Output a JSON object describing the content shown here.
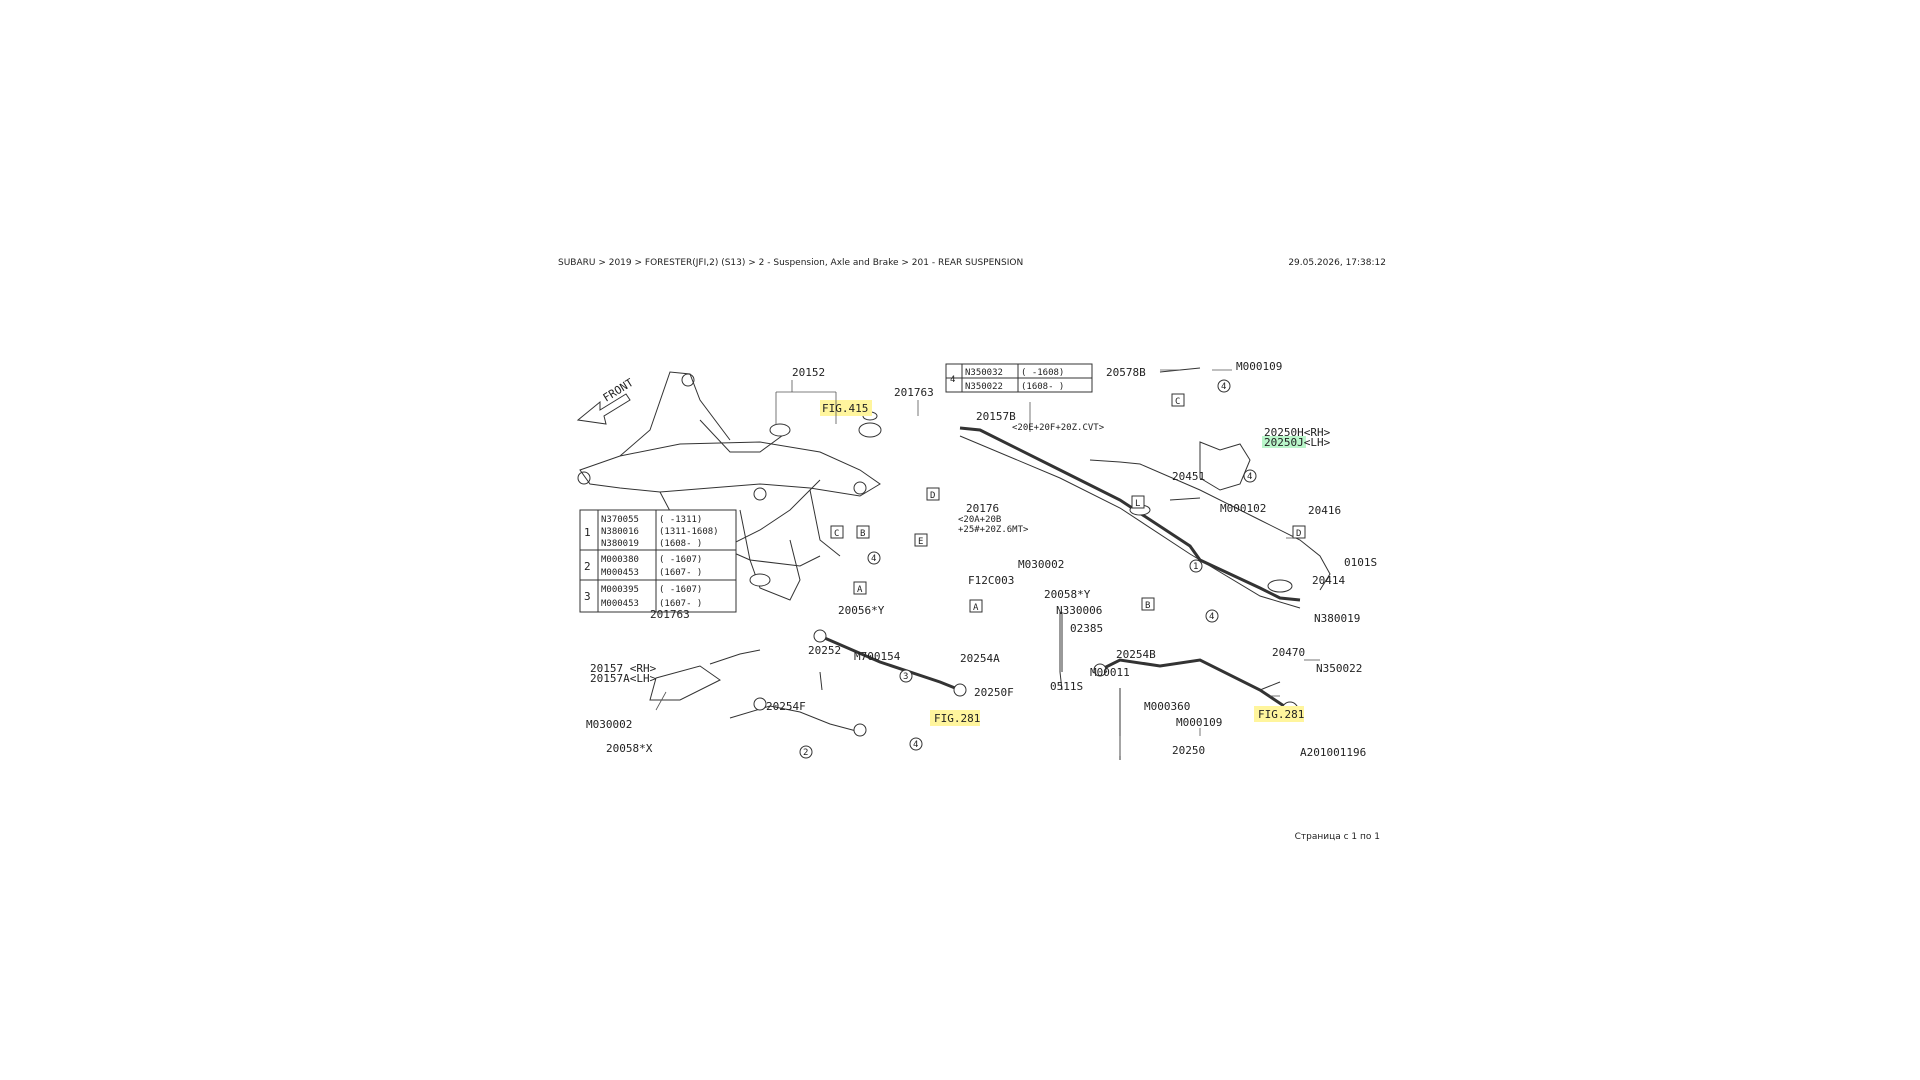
{
  "header": {
    "breadcrumb": "SUBARU > 2019 > FORESTER(JFI,2) (S13) > 2 - Suspension, Axle and Brake > 201 - REAR SUSPENSION",
    "timestamp": "29.05.2026, 17:38:12"
  },
  "footer": {
    "page_info": "Страница с 1 по 1"
  },
  "diagram": {
    "front": "FRONT",
    "drawing_id": "A201001196",
    "callouts": {
      "p20152": "20152",
      "fig415": "FIG.415",
      "p201763a": "201763",
      "p201763b": "201763",
      "p20157b": "20157B",
      "p20157b_note": "<20E+20F+20Z.CVT>",
      "p20176": "20176",
      "p20176_n1": "<20A+20B",
      "p20176_n2": "+25#+20Z.6MT>",
      "m030002a": "M030002",
      "f12c003": "F12C003",
      "p20058y": "20058*Y",
      "n330006": "N330006",
      "p20056y": "20056*Y",
      "p02385": "02385",
      "m700154": "M700154",
      "p20254a": "20254A",
      "p20250f": "20250F",
      "p20252": "20252",
      "p20254f": "20254F",
      "fig281a": "FIG.281",
      "p0511s": "0511S",
      "m00011": "M00011",
      "p20254b": "20254B",
      "m000360": "M000360",
      "m000109b": "M000109",
      "p20250": "20250",
      "fig281b": "FIG.281",
      "n350022": "N350022",
      "p20470": "20470",
      "n380019b": "N380019",
      "p20414": "20414",
      "p0101s": "0101S",
      "p20416": "20416",
      "m000102": "M000102",
      "p20451": "20451",
      "p20250h": "20250H<RH>",
      "p20250j": "20250J<LH>",
      "p20578b": "20578B",
      "m000109a": "M000109",
      "p20157": "20157 <RH>",
      "p20157a": "20157A<LH>",
      "m030002b": "M030002",
      "p20058x": "20058*X"
    },
    "letters": {
      "a": "A",
      "b": "B",
      "c": "C",
      "d": "D",
      "e": "E",
      "l": "L"
    },
    "circles": {
      "one": "1",
      "two": "2",
      "three": "3",
      "four": "4"
    },
    "table_left": {
      "g1_r1_part": "N370055",
      "g1_r1_range": "(   -1311)",
      "g1_r2_part": "N380016",
      "g1_r2_range": "(1311-1608)",
      "g1_r3_part": "N380019",
      "g1_r3_range": "(1608-   )",
      "g2_r1_part": "M000380",
      "g2_r1_range": "(   -1607)",
      "g2_r2_part": "M000453",
      "g2_r2_range": "(1607-   )",
      "g3_r1_part": "M000395",
      "g3_r1_range": "(   -1607)",
      "g3_r2_part": "M000453",
      "g3_r2_range": "(1607-   )"
    },
    "table_right": {
      "r1_part": "N350032",
      "r1_range": "(   -1608)",
      "r2_part": "N350022",
      "r2_range": "(1608-   )"
    }
  }
}
